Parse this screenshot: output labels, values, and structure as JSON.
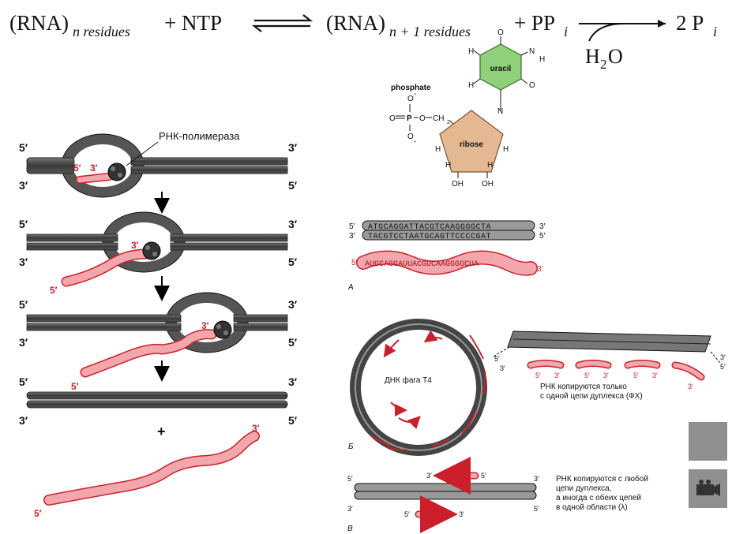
{
  "equation": {
    "rna_left": "(RNA)",
    "sub_left": "n residues",
    "plus1": "+ NTP",
    "rna_right": "(RNA)",
    "sub_right": "n + 1 residues",
    "plus2": "+ PP",
    "pp_sub": "i",
    "h2o": "H",
    "h2o_sub": "2",
    "h2o_o": "O",
    "product": "2 P",
    "product_sub": "i"
  },
  "molecule": {
    "phosphate": "phosphate",
    "uracil": "uracil",
    "ribose": "ribose",
    "oh1": "OH",
    "oh2": "OH",
    "o_top": "O",
    "o_bottom": "O",
    "o_left": "O",
    "o_right": "O",
    "ch2": "CH",
    "ch2_sub": "2",
    "p": "P",
    "h": "H",
    "n": "N",
    "o_u1": "O",
    "o_u2": "O",
    "neg": "-"
  },
  "polymerase": {
    "label": "РНК-полимераза",
    "end5": "5′",
    "end3": "3′",
    "plus": "+"
  },
  "sequence_a": {
    "top": "ATGCAGGATTACGTCAAGGGGCTA",
    "bottom": "TACGTCCTAATGCAGTTCCCCGAT",
    "rna": "AUGCAGGAUUACGUCAAGGGGCUA",
    "label": "А"
  },
  "panel_b": {
    "circle_label": "ДНК фага Т4",
    "text1": "РНК копируются только",
    "text2": "с одной цепи дуплекса (ФХ)",
    "label": "Б"
  },
  "panel_v": {
    "text1": "РНК копируются с любой",
    "text2": "цепи дуплекса,",
    "text3": "а иногда с обеих цепей",
    "text4": "в одной области (λ)",
    "label": "В"
  },
  "colors": {
    "dna": "#4a4a4a",
    "rna_fill": "#f2a7ad",
    "rna_stroke": "#cc1f2a",
    "uracil": "#8fd07a",
    "ribose": "#e4b890",
    "button": "#8f8f8f"
  }
}
